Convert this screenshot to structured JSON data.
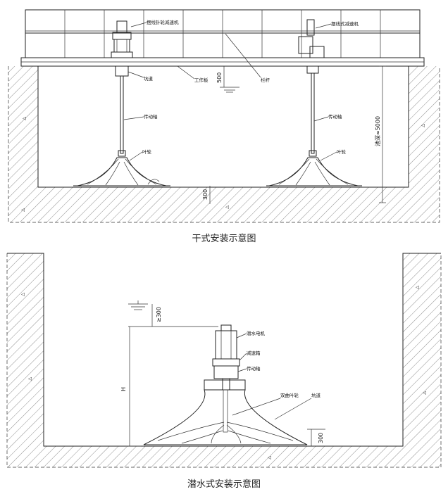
{
  "dry": {
    "caption": "干式安装示意图",
    "labels": {
      "reducer_left": "摆线针轮减速机",
      "reducer_right": "摆线式减速机",
      "pit": "坑道",
      "base": "工作板",
      "rail": "栏杆",
      "shaft_left": "传动轴",
      "shaft_right": "传动轴",
      "impeller_left": "叶轮",
      "impeller_right": "叶轮"
    },
    "dims": {
      "top": "500",
      "bottom": "300",
      "depth": "池深≈5000"
    }
  },
  "wet": {
    "caption": "潜水式安装示意图",
    "labels": {
      "motor": "潜水电机",
      "reducer": "减速箱",
      "shaft": "传动轴",
      "impeller": "双曲叶轮",
      "pit": "坑道"
    },
    "dims": {
      "top": "≥300",
      "height": "H",
      "bottom": "300"
    }
  }
}
